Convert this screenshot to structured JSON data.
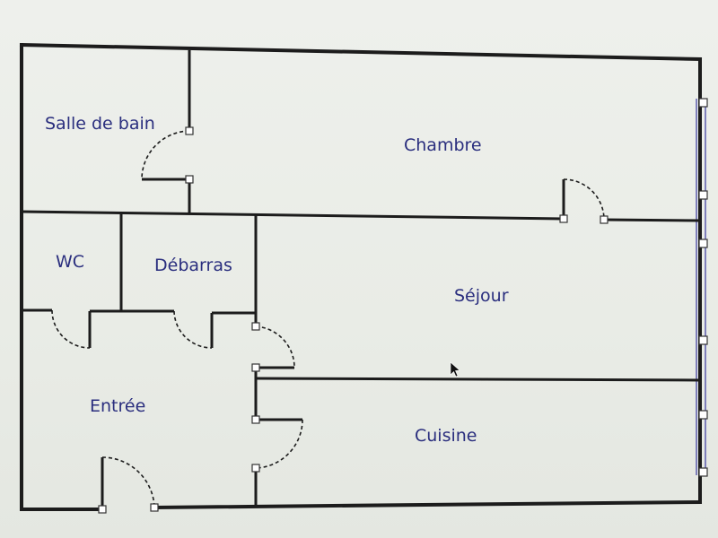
{
  "rooms": {
    "salle_de_bain": "Salle de bain",
    "chambre": "Chambre",
    "wc": "WC",
    "debarras": "Débarras",
    "sejour": "Séjour",
    "entree": "Entrée",
    "cuisine": "Cuisine"
  },
  "colors": {
    "label": "#2a2e7e",
    "wall": "#1c1c1c",
    "window": "#5050a8",
    "background": "#e9ece6"
  }
}
